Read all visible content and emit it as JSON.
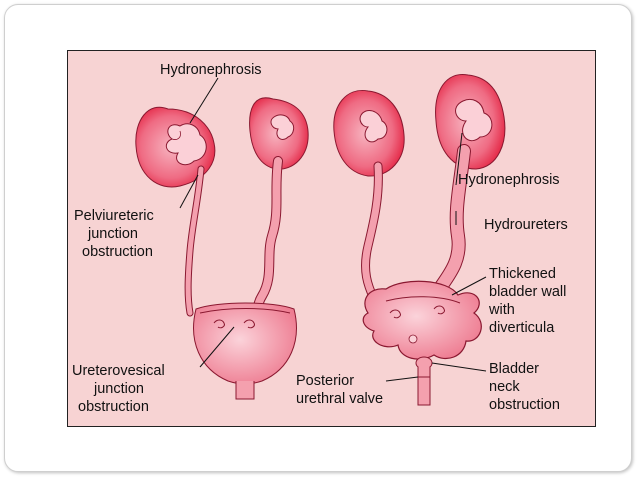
{
  "labels": {
    "hydronephrosis_left": "Hydronephrosis",
    "pelviureteric": [
      "Pelviureteric",
      "junction",
      "obstruction"
    ],
    "ureterovesical": [
      "Ureterovesical",
      "junction",
      "obstruction"
    ],
    "posterior_valve": [
      "Posterior",
      "urethral valve"
    ],
    "hydronephrosis_right": "Hydronephrosis",
    "hydroureters": "Hydroureters",
    "thickened_wall": [
      "Thickened",
      "bladder wall",
      "with",
      "diverticula"
    ],
    "bladder_neck": [
      "Bladder",
      "neck",
      "obstruction"
    ]
  },
  "colors": {
    "background": "#f7d3d3",
    "kidney_outer": "#e8334e",
    "organ_fill": "#f4a0ae",
    "organ_light": "#fbd0d7",
    "outline": "#8a1830"
  }
}
